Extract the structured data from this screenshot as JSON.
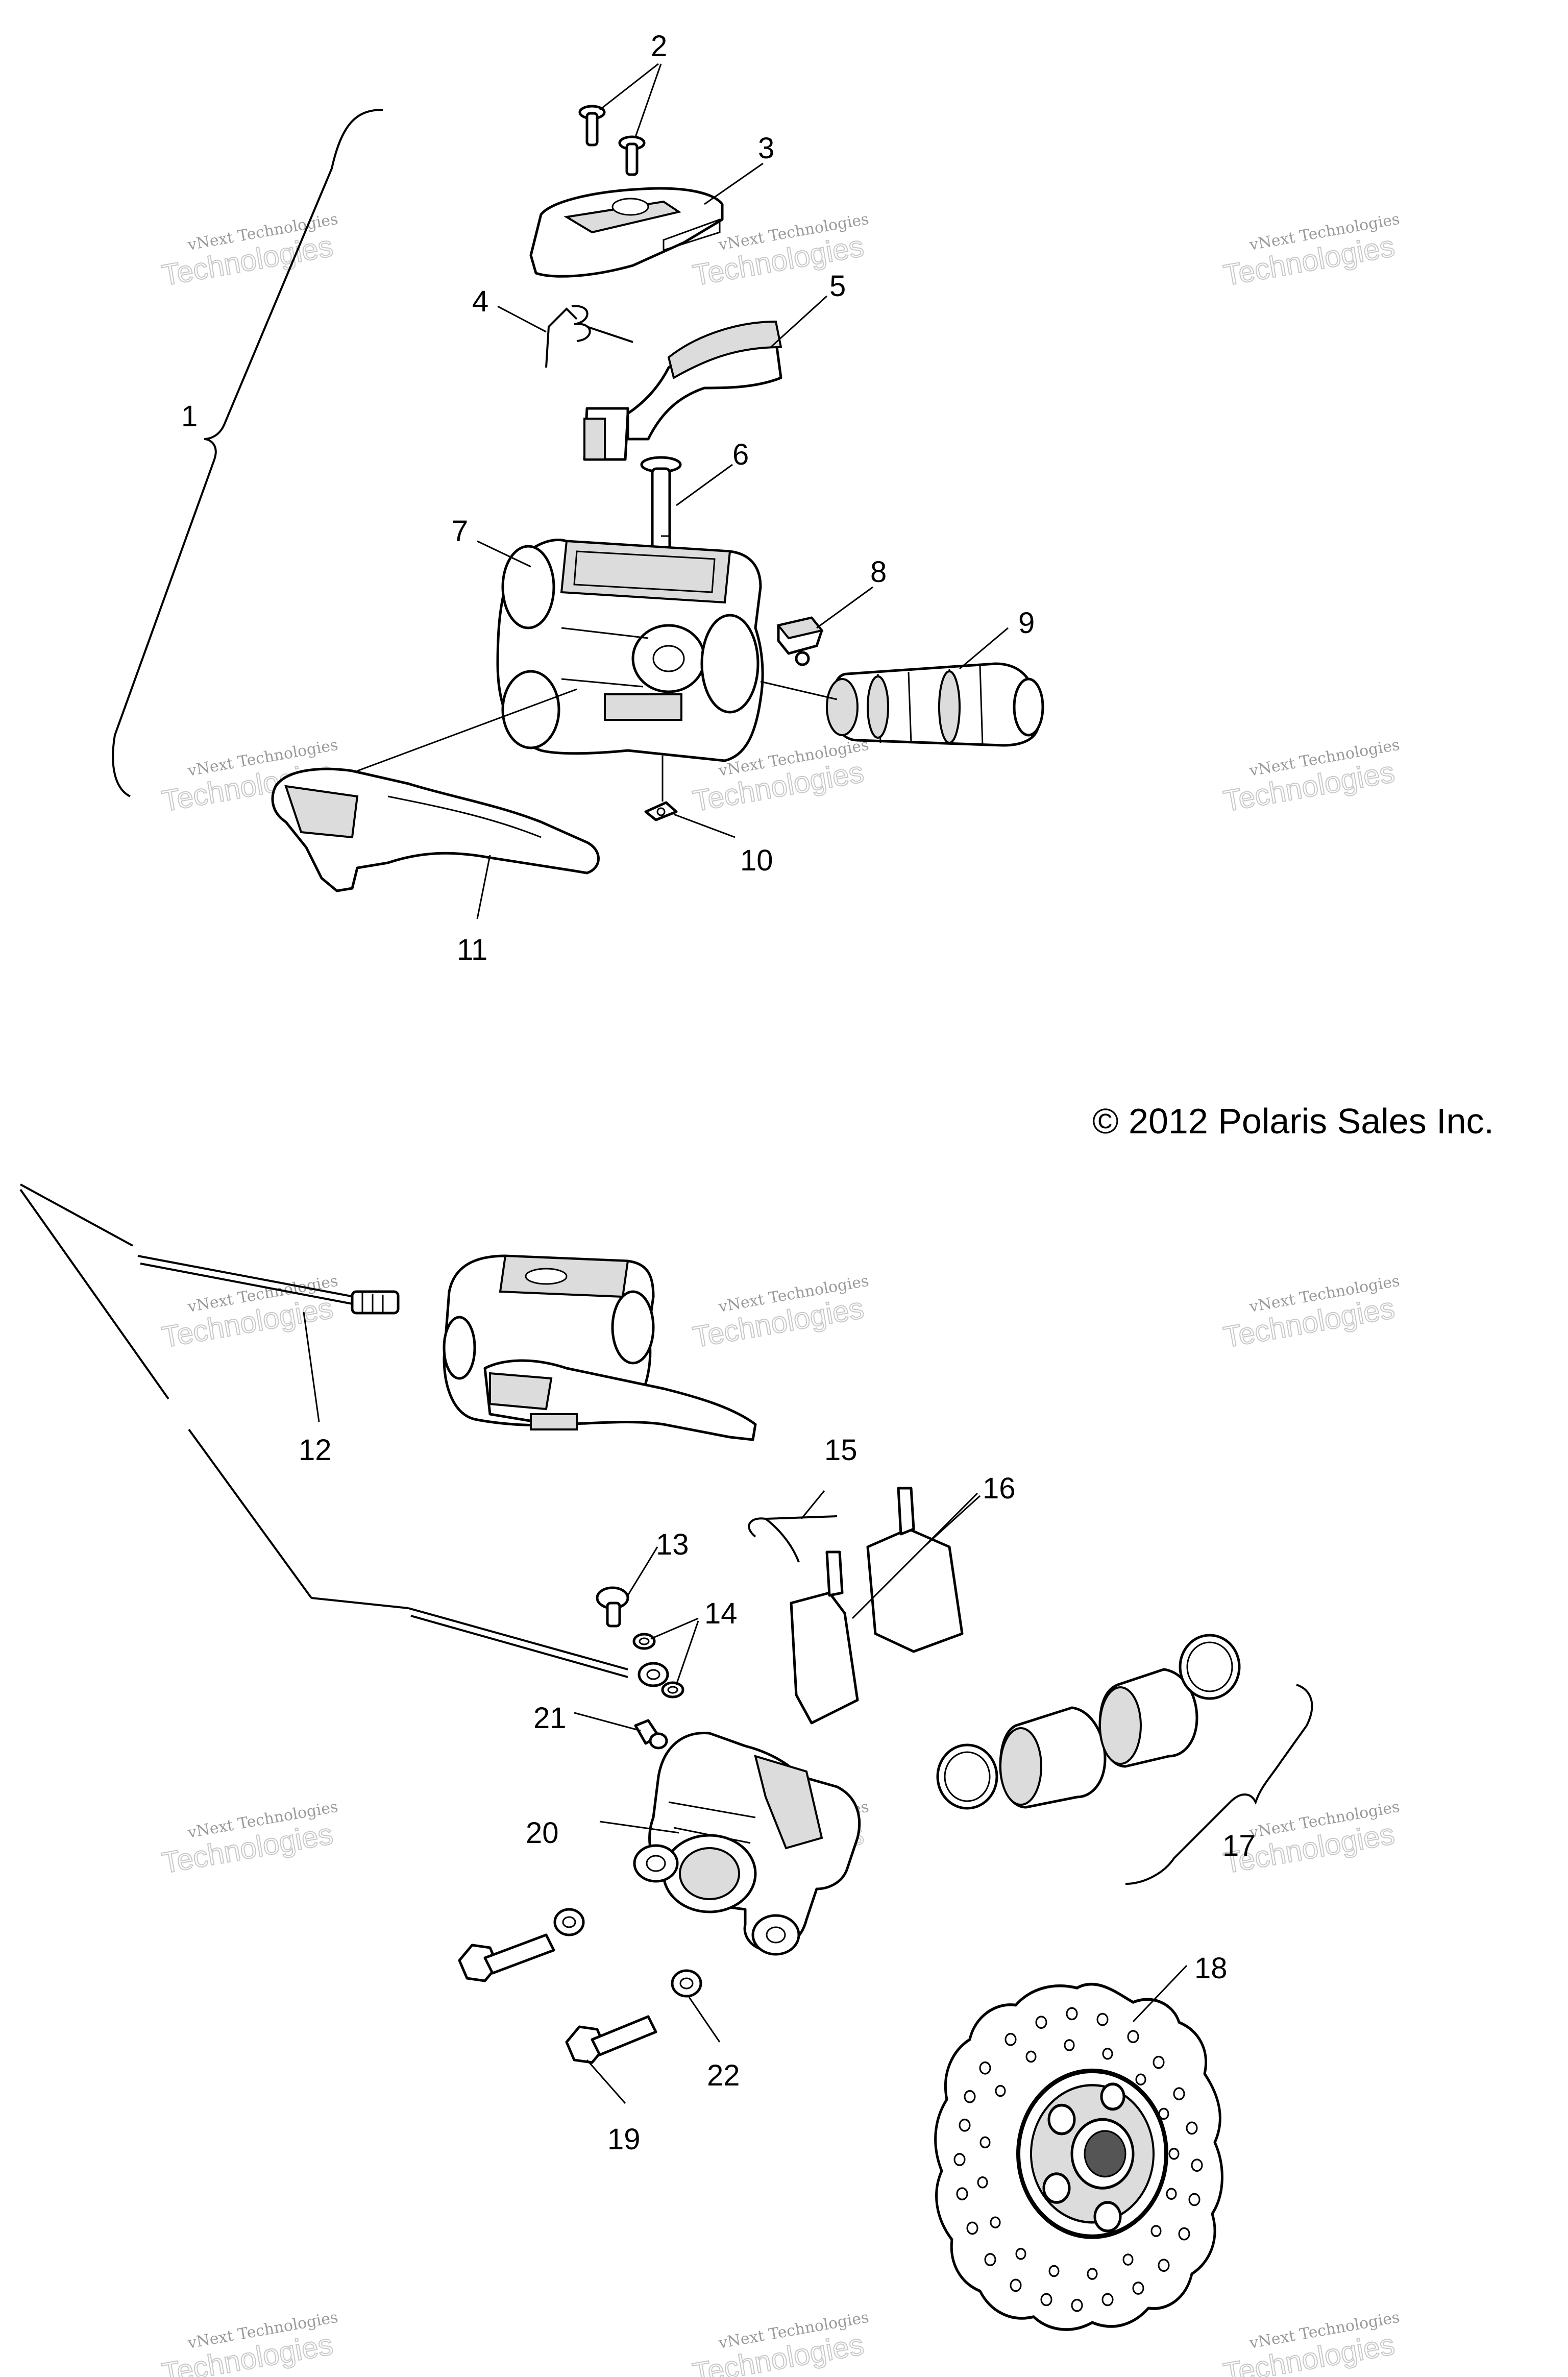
{
  "copyright": "© 2012 Polaris Sales Inc.",
  "watermark": {
    "line1": "vNext Technologies",
    "line2": "Technologies"
  },
  "callouts": [
    "1",
    "2",
    "3",
    "4",
    "5",
    "6",
    "7",
    "8",
    "9",
    "10",
    "11",
    "12",
    "13",
    "14",
    "15",
    "16",
    "17",
    "18",
    "19",
    "20",
    "21",
    "22"
  ]
}
